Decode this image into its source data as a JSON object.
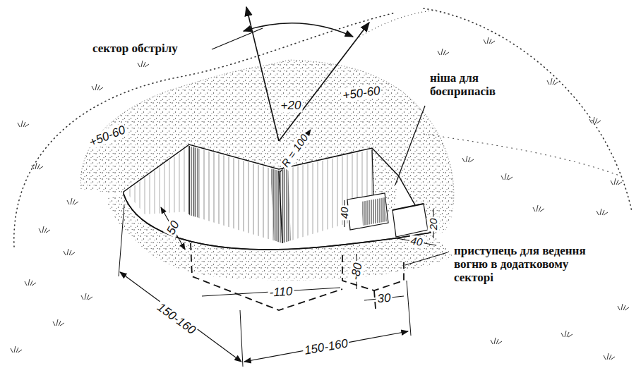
{
  "diagram": {
    "labels": [
      "сектор обстрілу",
      "+20",
      "+50-60",
      "+50-60",
      "ніша для боєприпасів",
      "R = 100",
      "40",
      "20",
      "40",
      "приступець для ведення вогню в додатковому секторі",
      "50",
      "-110",
      "-80",
      "30",
      "150-160",
      "150-160"
    ]
  }
}
